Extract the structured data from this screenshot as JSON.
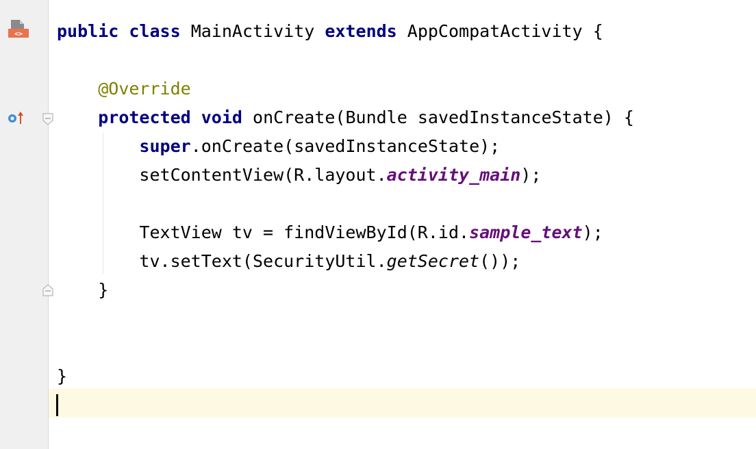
{
  "editor": {
    "lines": [
      [
        {
          "t": "public",
          "s": "kw"
        },
        {
          "t": " "
        },
        {
          "t": "class",
          "s": "kw"
        },
        {
          "t": " MainActivity "
        },
        {
          "t": "extends",
          "s": "kw"
        },
        {
          "t": " AppCompatActivity {"
        }
      ],
      [],
      [
        {
          "t": "    "
        },
        {
          "t": "@Override",
          "s": "ann"
        }
      ],
      [
        {
          "t": "    "
        },
        {
          "t": "protected",
          "s": "kw"
        },
        {
          "t": " "
        },
        {
          "t": "void",
          "s": "kw"
        },
        {
          "t": " onCreate(Bundle savedInstanceState) {"
        }
      ],
      [
        {
          "t": "        "
        },
        {
          "t": "super",
          "s": "kw"
        },
        {
          "t": ".onCreate(savedInstanceState);"
        }
      ],
      [
        {
          "t": "        setContentView(R.layout."
        },
        {
          "t": "activity_main",
          "s": "field"
        },
        {
          "t": ");"
        }
      ],
      [],
      [
        {
          "t": "        TextView tv = findViewById(R.id."
        },
        {
          "t": "sample_text",
          "s": "field"
        },
        {
          "t": ");"
        }
      ],
      [
        {
          "t": "        tv.setText(SecurityUtil."
        },
        {
          "t": "getSecret",
          "s": "static"
        },
        {
          "t": "());"
        }
      ],
      [
        {
          "t": "    }"
        }
      ],
      [],
      [],
      [
        {
          "t": "}"
        }
      ],
      []
    ]
  },
  "gutter": {
    "file_icon": "java-file-icon",
    "override_icon": "override-method-icon",
    "fold_icons": [
      "fold-start-icon",
      "fold-end-icon"
    ]
  },
  "colors": {
    "keyword": "#000080",
    "annotation": "#808000",
    "field": "#660e7a",
    "current_line": "#fdf9e3",
    "gutter": "#f0f0f0"
  }
}
